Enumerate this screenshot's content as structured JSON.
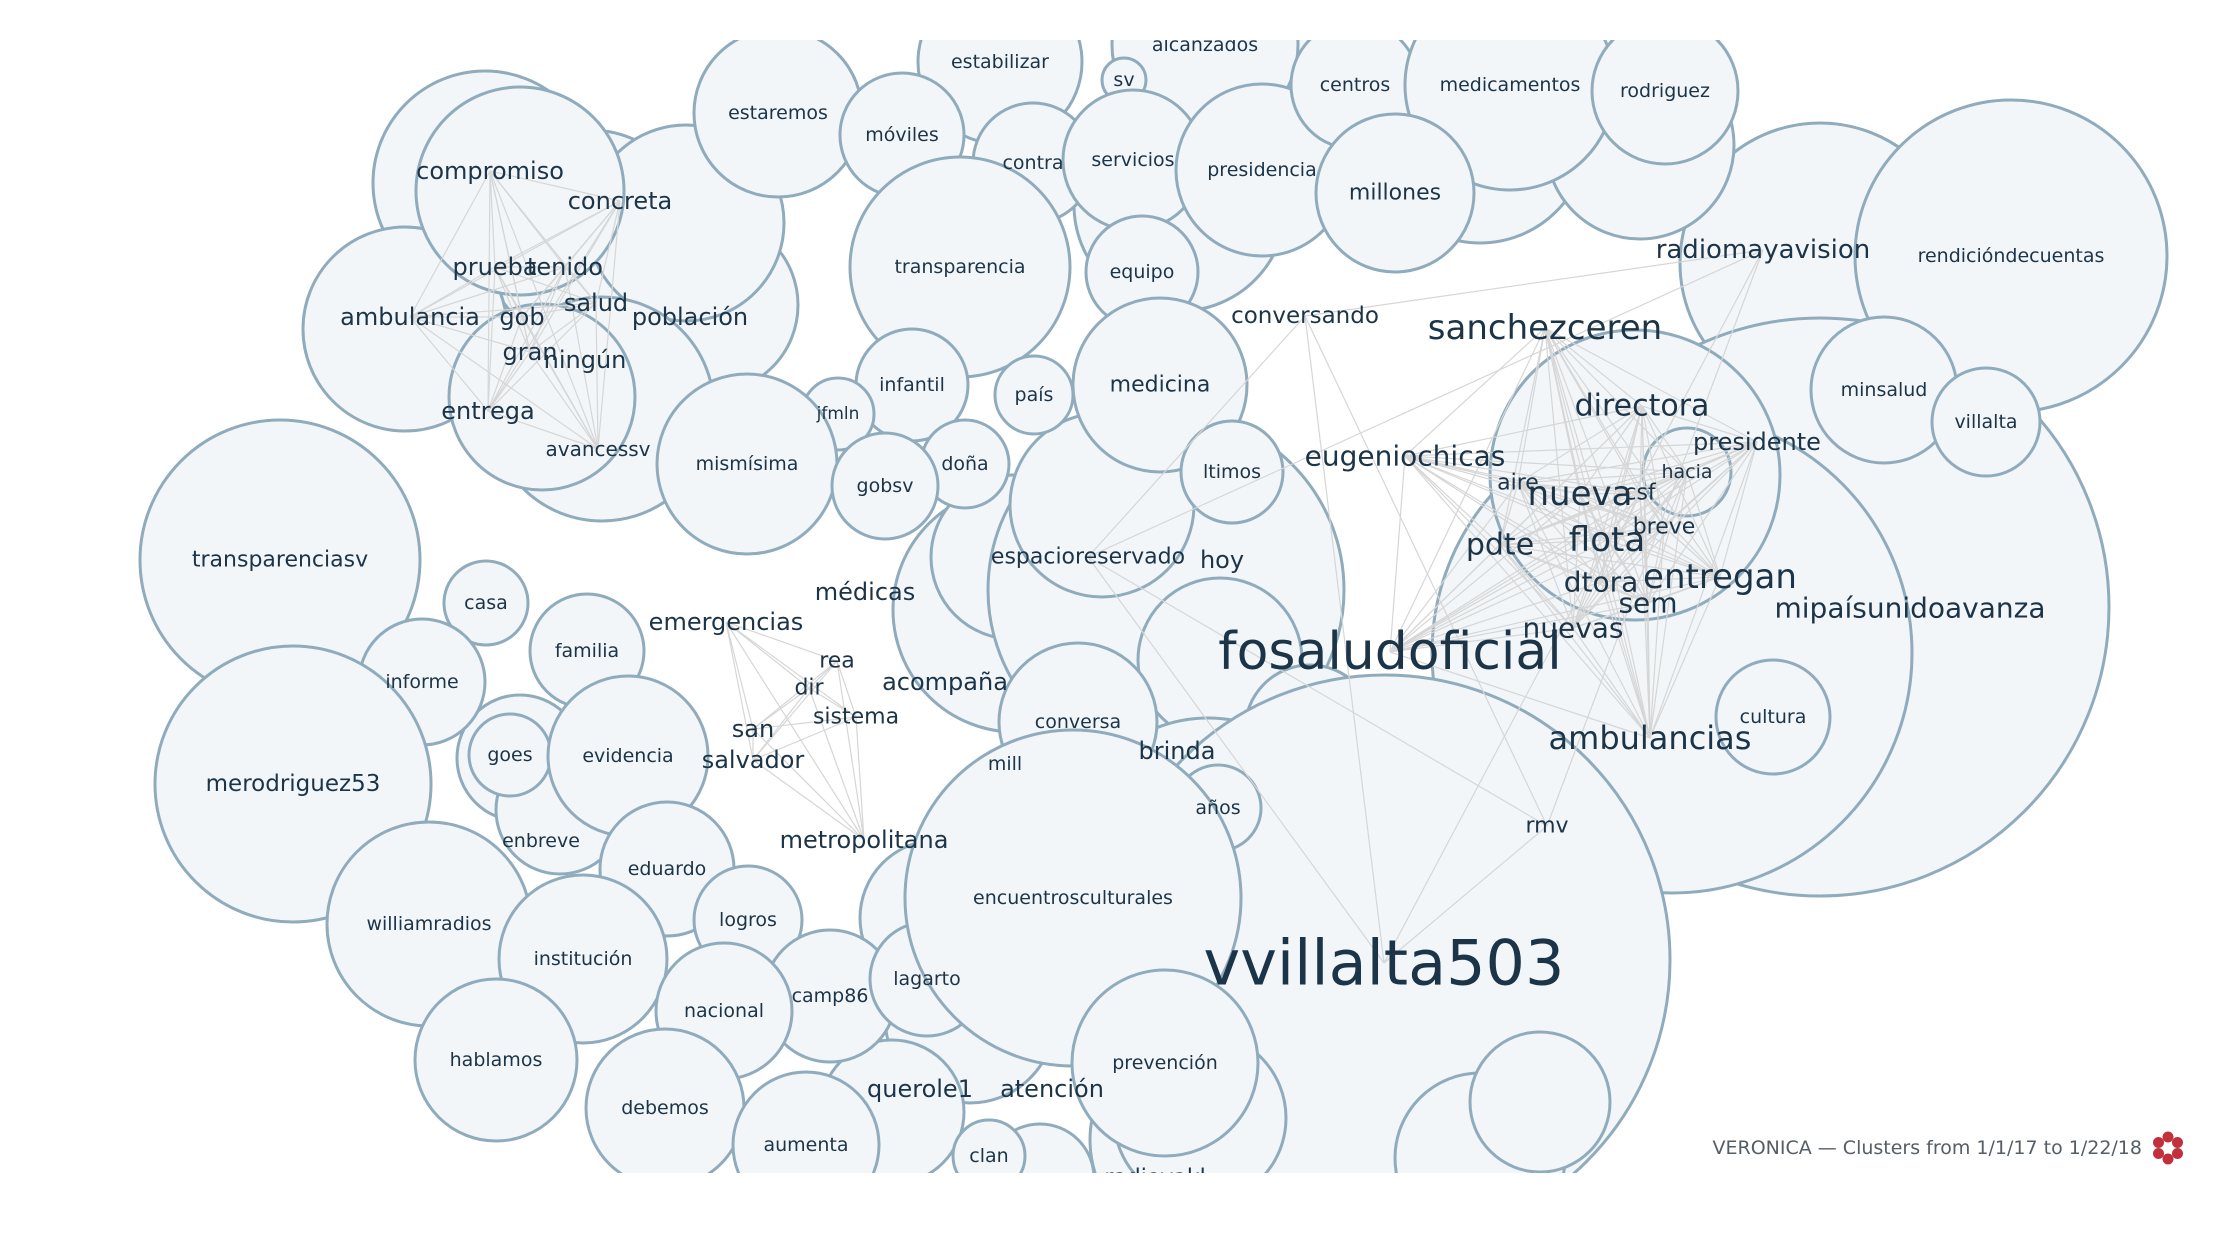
{
  "footer": {
    "caption": "VERONICA — Clusters from 1/1/17 to 1/22/18",
    "logo": "veronica-flower-logo"
  },
  "colors": {
    "bubble_fill": "#f2f6f9",
    "bubble_stroke": "#8fabbc",
    "edge": "#d6d6d6",
    "text": "#1c3447",
    "logo": "#c0313b"
  },
  "clusters": [
    {
      "id": "c1",
      "words": [
        "compromiso",
        "concreta",
        "prueba",
        "tenido",
        "ambulancia",
        "gob",
        "salud",
        "población",
        "gran",
        "ningún",
        "entrega",
        "avancessv"
      ]
    },
    {
      "id": "c2",
      "words": [
        "sanchezceren",
        "directora",
        "presidente",
        "eugeniochicas",
        "aire",
        "nueva",
        "csf",
        "hacia",
        "breve",
        "pdte",
        "flota",
        "dtora",
        "entregan",
        "sem",
        "nuevas",
        "mipaísunidoavanza",
        "fosaludoficial",
        "ambulancias"
      ]
    },
    {
      "id": "c3",
      "words": [
        "médicas",
        "emergencias",
        "rea",
        "dir",
        "acompaña",
        "sistema",
        "san",
        "salvador",
        "metropolitana"
      ]
    },
    {
      "id": "c4",
      "words": [
        "vvillalta503",
        "espacioreservado",
        "rmv",
        "radiomayavision",
        "conversando"
      ]
    }
  ],
  "bubbles": [
    {
      "id": "compromiso",
      "label": "compromiso",
      "cluster": "c1"
    },
    {
      "id": "concreta",
      "label": "concreta",
      "cluster": "c1"
    },
    {
      "id": "prueba",
      "label": "prueba",
      "cluster": "c1"
    },
    {
      "id": "tenido",
      "label": "tenido",
      "cluster": "c1"
    },
    {
      "id": "ambulancia",
      "label": "ambulancia",
      "cluster": "c1"
    },
    {
      "id": "gob",
      "label": "gob",
      "cluster": "c1"
    },
    {
      "id": "salud",
      "label": "salud",
      "cluster": "c1"
    },
    {
      "id": "poblacion",
      "label": "población",
      "cluster": "c1"
    },
    {
      "id": "gran",
      "label": "gran",
      "cluster": "c1"
    },
    {
      "id": "ningun",
      "label": "ningún",
      "cluster": "c1"
    },
    {
      "id": "entrega",
      "label": "entrega",
      "cluster": "c1"
    },
    {
      "id": "avancessv",
      "label": "avancessv",
      "cluster": "c1"
    },
    {
      "id": "estaremos",
      "label": "estaremos"
    },
    {
      "id": "estabilizar",
      "label": "estabilizar"
    },
    {
      "id": "alcanzados",
      "label": "alcanzados"
    },
    {
      "id": "sv",
      "label": "sv"
    },
    {
      "id": "moviles",
      "label": "móviles"
    },
    {
      "id": "contra",
      "label": "contra"
    },
    {
      "id": "servicios",
      "label": "servicios"
    },
    {
      "id": "presidencia",
      "label": "presidencia"
    },
    {
      "id": "centros",
      "label": "centros"
    },
    {
      "id": "medicamentos",
      "label": "medicamentos"
    },
    {
      "id": "rodriguez",
      "label": "rodriguez"
    },
    {
      "id": "millones",
      "label": "millones"
    },
    {
      "id": "transparencia",
      "label": "transparencia"
    },
    {
      "id": "equipo",
      "label": "equipo"
    },
    {
      "id": "rendiciondecuentas",
      "label": "rendicióndecuentas"
    },
    {
      "id": "radiomayavision",
      "label": "radiomayavision"
    },
    {
      "id": "conversando",
      "label": "conversando"
    },
    {
      "id": "sanchezceren",
      "label": "sanchezceren",
      "cluster": "c2"
    },
    {
      "id": "minsalud",
      "label": "minsalud"
    },
    {
      "id": "villalta",
      "label": "villalta"
    },
    {
      "id": "infantil",
      "label": "infantil"
    },
    {
      "id": "pais",
      "label": "país"
    },
    {
      "id": "medicina",
      "label": "medicina"
    },
    {
      "id": "jfmln",
      "label": "jfmln"
    },
    {
      "id": "mismisima",
      "label": "mismísima"
    },
    {
      "id": "dona",
      "label": "doña"
    },
    {
      "id": "gobsv",
      "label": "gobsv"
    },
    {
      "id": "ltimos",
      "label": "ltimos"
    },
    {
      "id": "directora",
      "label": "directora",
      "cluster": "c2"
    },
    {
      "id": "presidente",
      "label": "presidente",
      "cluster": "c2"
    },
    {
      "id": "eugeniochicas",
      "label": "eugeniochicas",
      "cluster": "c2"
    },
    {
      "id": "aire",
      "label": "aire",
      "cluster": "c2"
    },
    {
      "id": "nueva",
      "label": "nueva",
      "cluster": "c2"
    },
    {
      "id": "csf",
      "label": "csf",
      "cluster": "c2"
    },
    {
      "id": "hacia",
      "label": "hacia",
      "cluster": "c2"
    },
    {
      "id": "breve",
      "label": "breve",
      "cluster": "c2"
    },
    {
      "id": "pdte",
      "label": "pdte",
      "cluster": "c2"
    },
    {
      "id": "flota",
      "label": "flota",
      "cluster": "c2"
    },
    {
      "id": "dtora",
      "label": "dtora",
      "cluster": "c2"
    },
    {
      "id": "entregan",
      "label": "entregan",
      "cluster": "c2"
    },
    {
      "id": "sem",
      "label": "sem",
      "cluster": "c2"
    },
    {
      "id": "nuevas",
      "label": "nuevas",
      "cluster": "c2"
    },
    {
      "id": "mipaisunidoavanza",
      "label": "mipaísunidoavanza",
      "cluster": "c2"
    },
    {
      "id": "fosaludoficial",
      "label": "fosaludoficial",
      "cluster": "c2"
    },
    {
      "id": "ambulancias",
      "label": "ambulancias",
      "cluster": "c2"
    },
    {
      "id": "cultura",
      "label": "cultura"
    },
    {
      "id": "transparenciasv",
      "label": "transparenciasv"
    },
    {
      "id": "casa",
      "label": "casa"
    },
    {
      "id": "familia",
      "label": "familia"
    },
    {
      "id": "informe",
      "label": "informe"
    },
    {
      "id": "merodriguez53",
      "label": "merodriguez53"
    },
    {
      "id": "goes",
      "label": "goes"
    },
    {
      "id": "evidencia",
      "label": "evidencia"
    },
    {
      "id": "espacioreservado",
      "label": "espacioreservado",
      "cluster": "c4"
    },
    {
      "id": "hoy",
      "label": "hoy"
    },
    {
      "id": "medicas",
      "label": "médicas",
      "cluster": "c3"
    },
    {
      "id": "emergencias",
      "label": "emergencias",
      "cluster": "c3"
    },
    {
      "id": "rea",
      "label": "rea",
      "cluster": "c3"
    },
    {
      "id": "dir",
      "label": "dir",
      "cluster": "c3"
    },
    {
      "id": "acompana",
      "label": "acompaña",
      "cluster": "c3"
    },
    {
      "id": "sistema",
      "label": "sistema",
      "cluster": "c3"
    },
    {
      "id": "san",
      "label": "san",
      "cluster": "c3"
    },
    {
      "id": "salvador",
      "label": "salvador",
      "cluster": "c3"
    },
    {
      "id": "metropolitana",
      "label": "metropolitana",
      "cluster": "c3"
    },
    {
      "id": "conversa",
      "label": "conversa"
    },
    {
      "id": "brinda",
      "label": "brinda"
    },
    {
      "id": "mill",
      "label": "mill"
    },
    {
      "id": "anos",
      "label": "años"
    },
    {
      "id": "rmv",
      "label": "rmv",
      "cluster": "c4"
    },
    {
      "id": "enbreve",
      "label": "enbreve"
    },
    {
      "id": "eduardo",
      "label": "eduardo"
    },
    {
      "id": "williamradios",
      "label": "williamradios"
    },
    {
      "id": "institucion",
      "label": "institución"
    },
    {
      "id": "logros",
      "label": "logros"
    },
    {
      "id": "camp86",
      "label": "camp86"
    },
    {
      "id": "lagarto",
      "label": "lagarto"
    },
    {
      "id": "nacional",
      "label": "nacional"
    },
    {
      "id": "encuentrosculturales",
      "label": "encuentrosculturales"
    },
    {
      "id": "vvillalta503",
      "label": "vvillalta503",
      "cluster": "c4"
    },
    {
      "id": "hablamos",
      "label": "hablamos"
    },
    {
      "id": "prevencion",
      "label": "prevención"
    },
    {
      "id": "debemos",
      "label": "debemos"
    },
    {
      "id": "querole1",
      "label": "querole1"
    },
    {
      "id": "atencion",
      "label": "atención"
    },
    {
      "id": "aumenta",
      "label": "aumenta"
    },
    {
      "id": "clan",
      "label": "clan"
    },
    {
      "id": "radiovakl",
      "label": "radiovakl"
    }
  ]
}
